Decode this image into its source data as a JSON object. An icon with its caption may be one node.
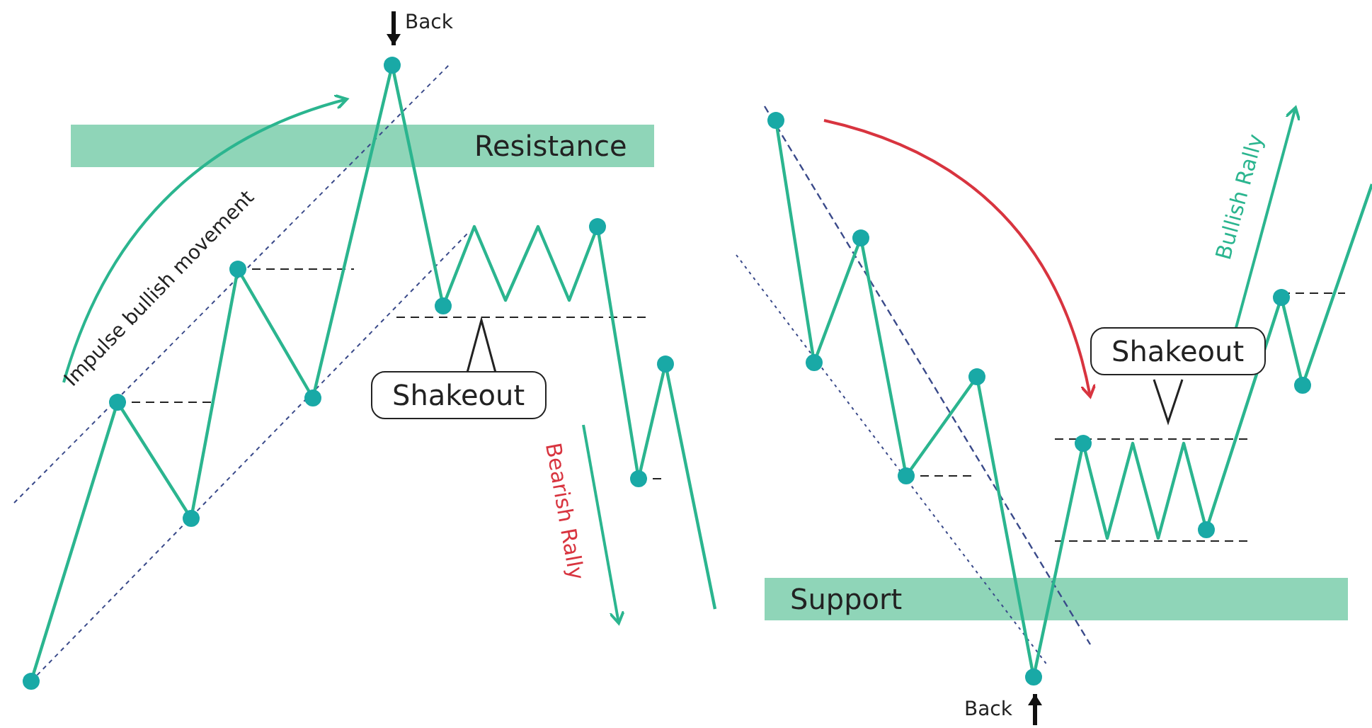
{
  "diagram": {
    "nodes": [
      {
        "text": [
          "Resistance"
        ]
      },
      {
        "text": [
          "Shakeout"
        ]
      },
      {
        "text": [
          "Shakeout"
        ]
      },
      {
        "text": [
          "Support"
        ]
      }
    ],
    "labels": [
      "Back",
      "Impulse bullish movement",
      "Bearish Rally",
      "Bullish Rally",
      "Back"
    ]
  }
}
